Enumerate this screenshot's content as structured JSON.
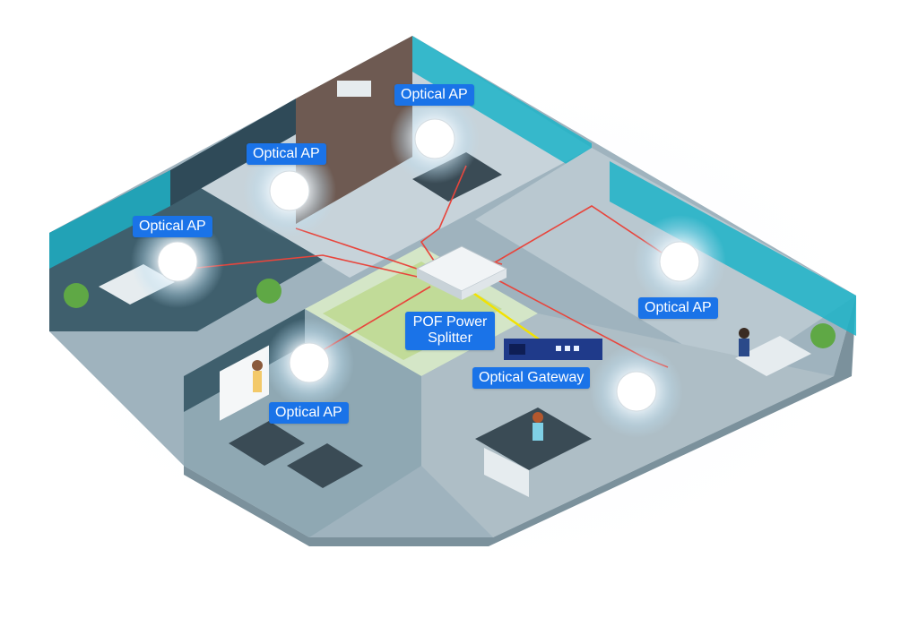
{
  "labels": {
    "ap_top": "Optical AP",
    "ap_left_upper": "Optical AP",
    "ap_left": "Optical AP",
    "ap_right": "Optical AP",
    "ap_front": "Optical AP",
    "splitter_line1": "POF Power",
    "splitter_line2": "Splitter",
    "gateway": "Optical Gateway"
  },
  "colors": {
    "label_bg": "#1a73e8",
    "fiber_line": "#e8453c",
    "power_line": "#f2e200",
    "glass": "#1cb3c8",
    "floor": "#dde6ec",
    "wall_dark": "#2f4a58",
    "brick": "#6e5a52"
  },
  "icons": {
    "access_point": "ap-icon",
    "splitter": "splitter-icon",
    "gateway": "gateway-icon"
  }
}
